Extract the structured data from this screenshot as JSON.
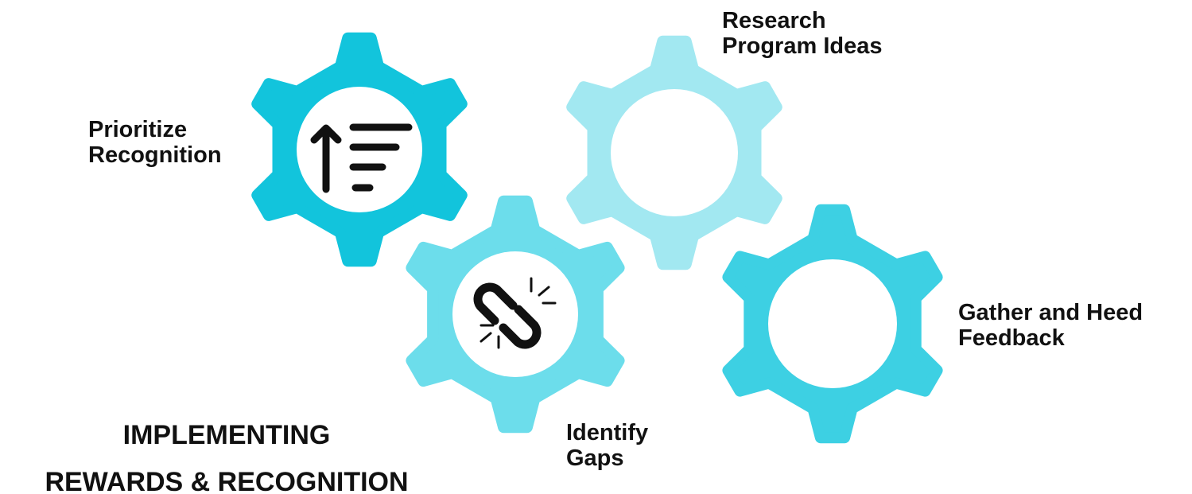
{
  "title": {
    "line1": "IMPLEMENTING",
    "line2": "REWARDS & RECOGNITION"
  },
  "gears": [
    {
      "id": "prioritize",
      "label_line1": "Prioritize",
      "label_line2": "Recognition",
      "color": "#12C4DC",
      "icon": "sort-priority-icon"
    },
    {
      "id": "research",
      "label_line1": "Research",
      "label_line2": "Program Ideas",
      "color": "#A2E8F1",
      "icon": ""
    },
    {
      "id": "identify",
      "label_line1": "Identify",
      "label_line2": "Gaps",
      "color": "#6CDDEB",
      "icon": "broken-link-icon"
    },
    {
      "id": "gather",
      "label_line1": "Gather and Heed",
      "label_line2": "Feedback",
      "color": "#3DD0E3",
      "icon": ""
    }
  ],
  "colors": {
    "text": "#111111",
    "icon": "#111111",
    "hole": "#ffffff"
  }
}
